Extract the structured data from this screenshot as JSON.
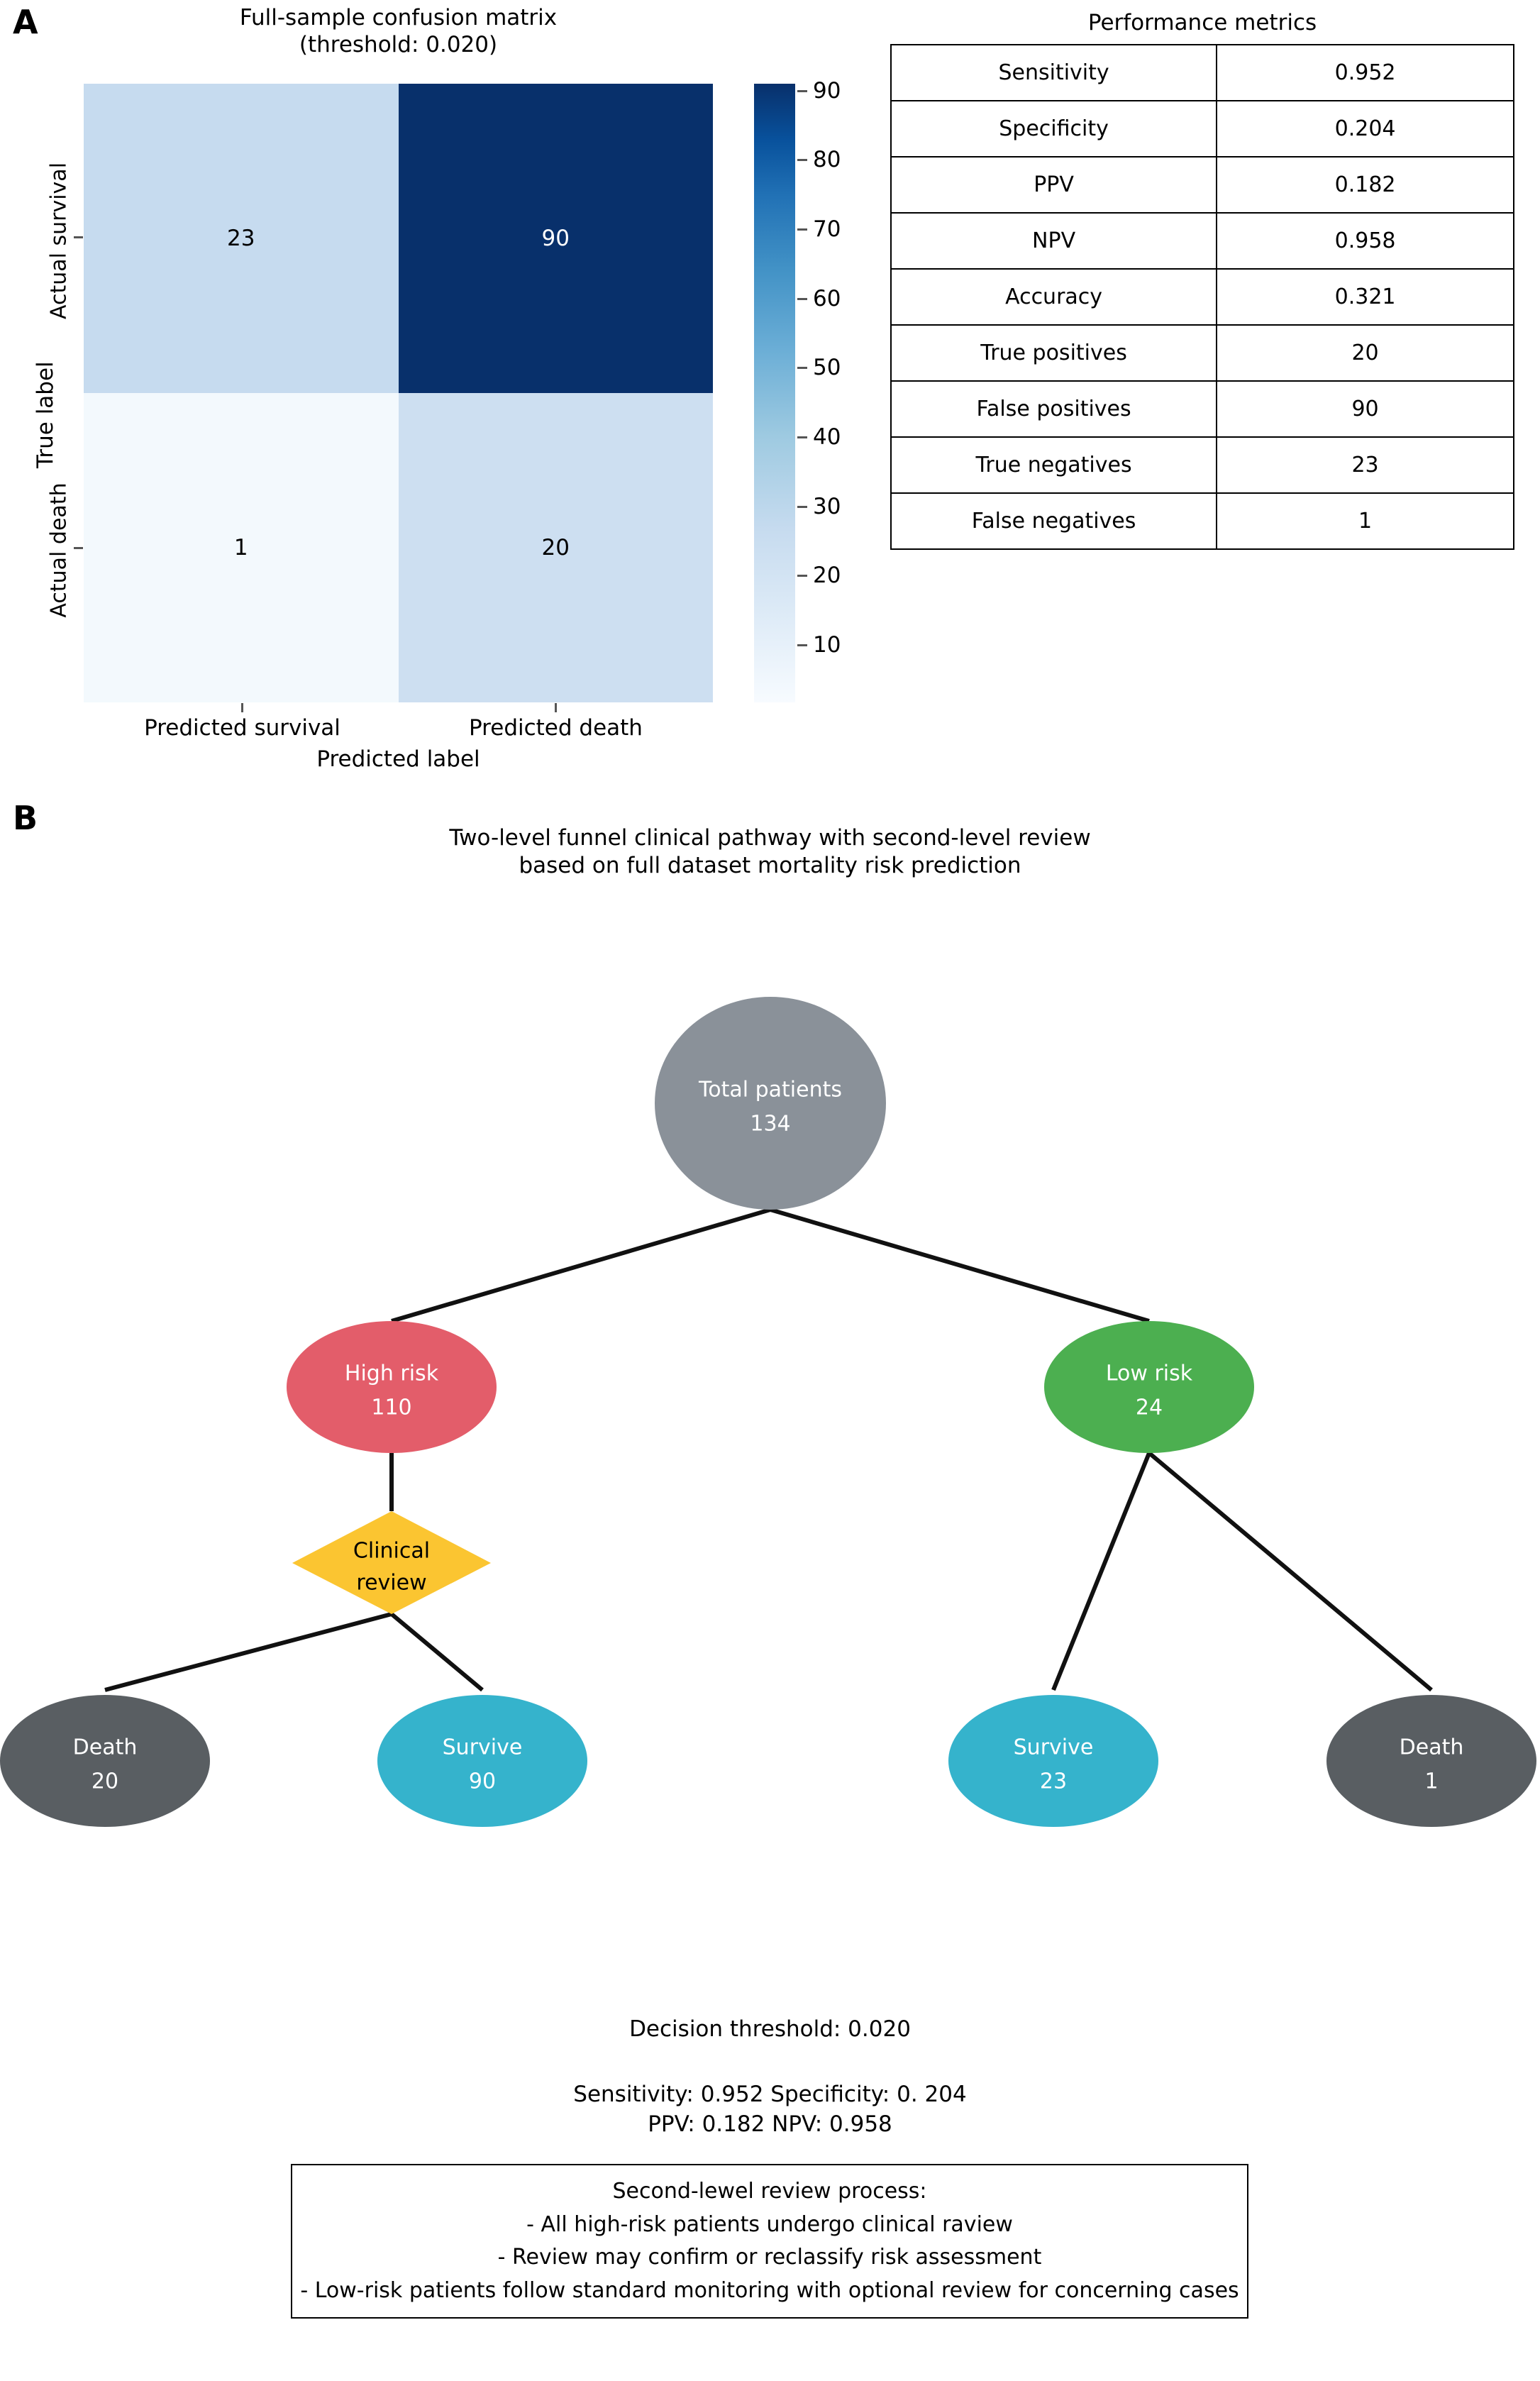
{
  "panels": {
    "a_label": "A",
    "b_label": "B"
  },
  "panel_a": {
    "title_line1": "Full-sample confusion matrix",
    "title_line2": "(threshold: 0.020)",
    "axis_y_label": "True label",
    "axis_x_label": "Predicted label",
    "y_ticks": [
      "Actual survival",
      "Actual death"
    ],
    "x_ticks": [
      "Predicted survival",
      "Predicted death"
    ],
    "cells": [
      {
        "value": "23",
        "color": "#c6dbef",
        "text_color": "#000000"
      },
      {
        "value": "90",
        "color": "#08306b",
        "text_color": "#ffffff"
      },
      {
        "value": "1",
        "color": "#f3f9fd",
        "text_color": "#000000"
      },
      {
        "value": "20",
        "color": "#cddff1",
        "text_color": "#000000"
      }
    ],
    "colorbar": {
      "ticks": [
        "90",
        "80",
        "70",
        "60",
        "50",
        "40",
        "30",
        "20",
        "10"
      ],
      "min": 1,
      "max": 90
    },
    "metrics": {
      "title": "Performance metrics",
      "rows": [
        {
          "name": "Sensitivity",
          "value": "0.952"
        },
        {
          "name": "Specificity",
          "value": "0.204"
        },
        {
          "name": "PPV",
          "value": "0.182"
        },
        {
          "name": "NPV",
          "value": "0.958"
        },
        {
          "name": "Accuracy",
          "value": "0.321"
        },
        {
          "name": "True positives",
          "value": "20"
        },
        {
          "name": "False positives",
          "value": "90"
        },
        {
          "name": "True negatives",
          "value": "23"
        },
        {
          "name": "False negatives",
          "value": "1"
        }
      ]
    }
  },
  "panel_b": {
    "title_line1": "Two-level funnel clinical pathway with second-level review",
    "title_line2": "based on full dataset mortality risk prediction",
    "nodes": {
      "root": {
        "label": "Total patients",
        "count": "134",
        "color": "#8a9199",
        "text_color": "#ffffff"
      },
      "high_risk": {
        "label": "High risk",
        "count": "110",
        "color": "#e35d6a",
        "text_color": "#ffffff"
      },
      "low_risk": {
        "label": "Low risk",
        "count": "24",
        "color": "#4caf50",
        "text_color": "#ffffff"
      },
      "review": {
        "label": "Clinical",
        "count": "review",
        "color": "#fbc531",
        "text_color": "#000000"
      },
      "death_high": {
        "label": "Death",
        "count": "20",
        "color": "#595e62",
        "text_color": "#ffffff"
      },
      "survive_high": {
        "label": "Survive",
        "count": "90",
        "color": "#35b3cc",
        "text_color": "#ffffff"
      },
      "survive_low": {
        "label": "Survive",
        "count": "23",
        "color": "#35b3cc",
        "text_color": "#ffffff"
      },
      "death_low": {
        "label": "Death",
        "count": "1",
        "color": "#595e62",
        "text_color": "#ffffff"
      }
    },
    "footer": {
      "threshold": "Decision threshold: 0.020",
      "metrics_line1": "Sensitivity: 0.952 Specificity: 0. 204",
      "metrics_line2": "PPV: 0.182 NPV: 0.958"
    },
    "note": {
      "line1": "Second-lewel review process:",
      "line2": "- All high-risk patients undergo clinical raview",
      "line3": "- Review may confirm or reclassify risk assessment",
      "line4": "- Low-risk patients follow standard monitoring with optional review for concerning cases"
    }
  }
}
